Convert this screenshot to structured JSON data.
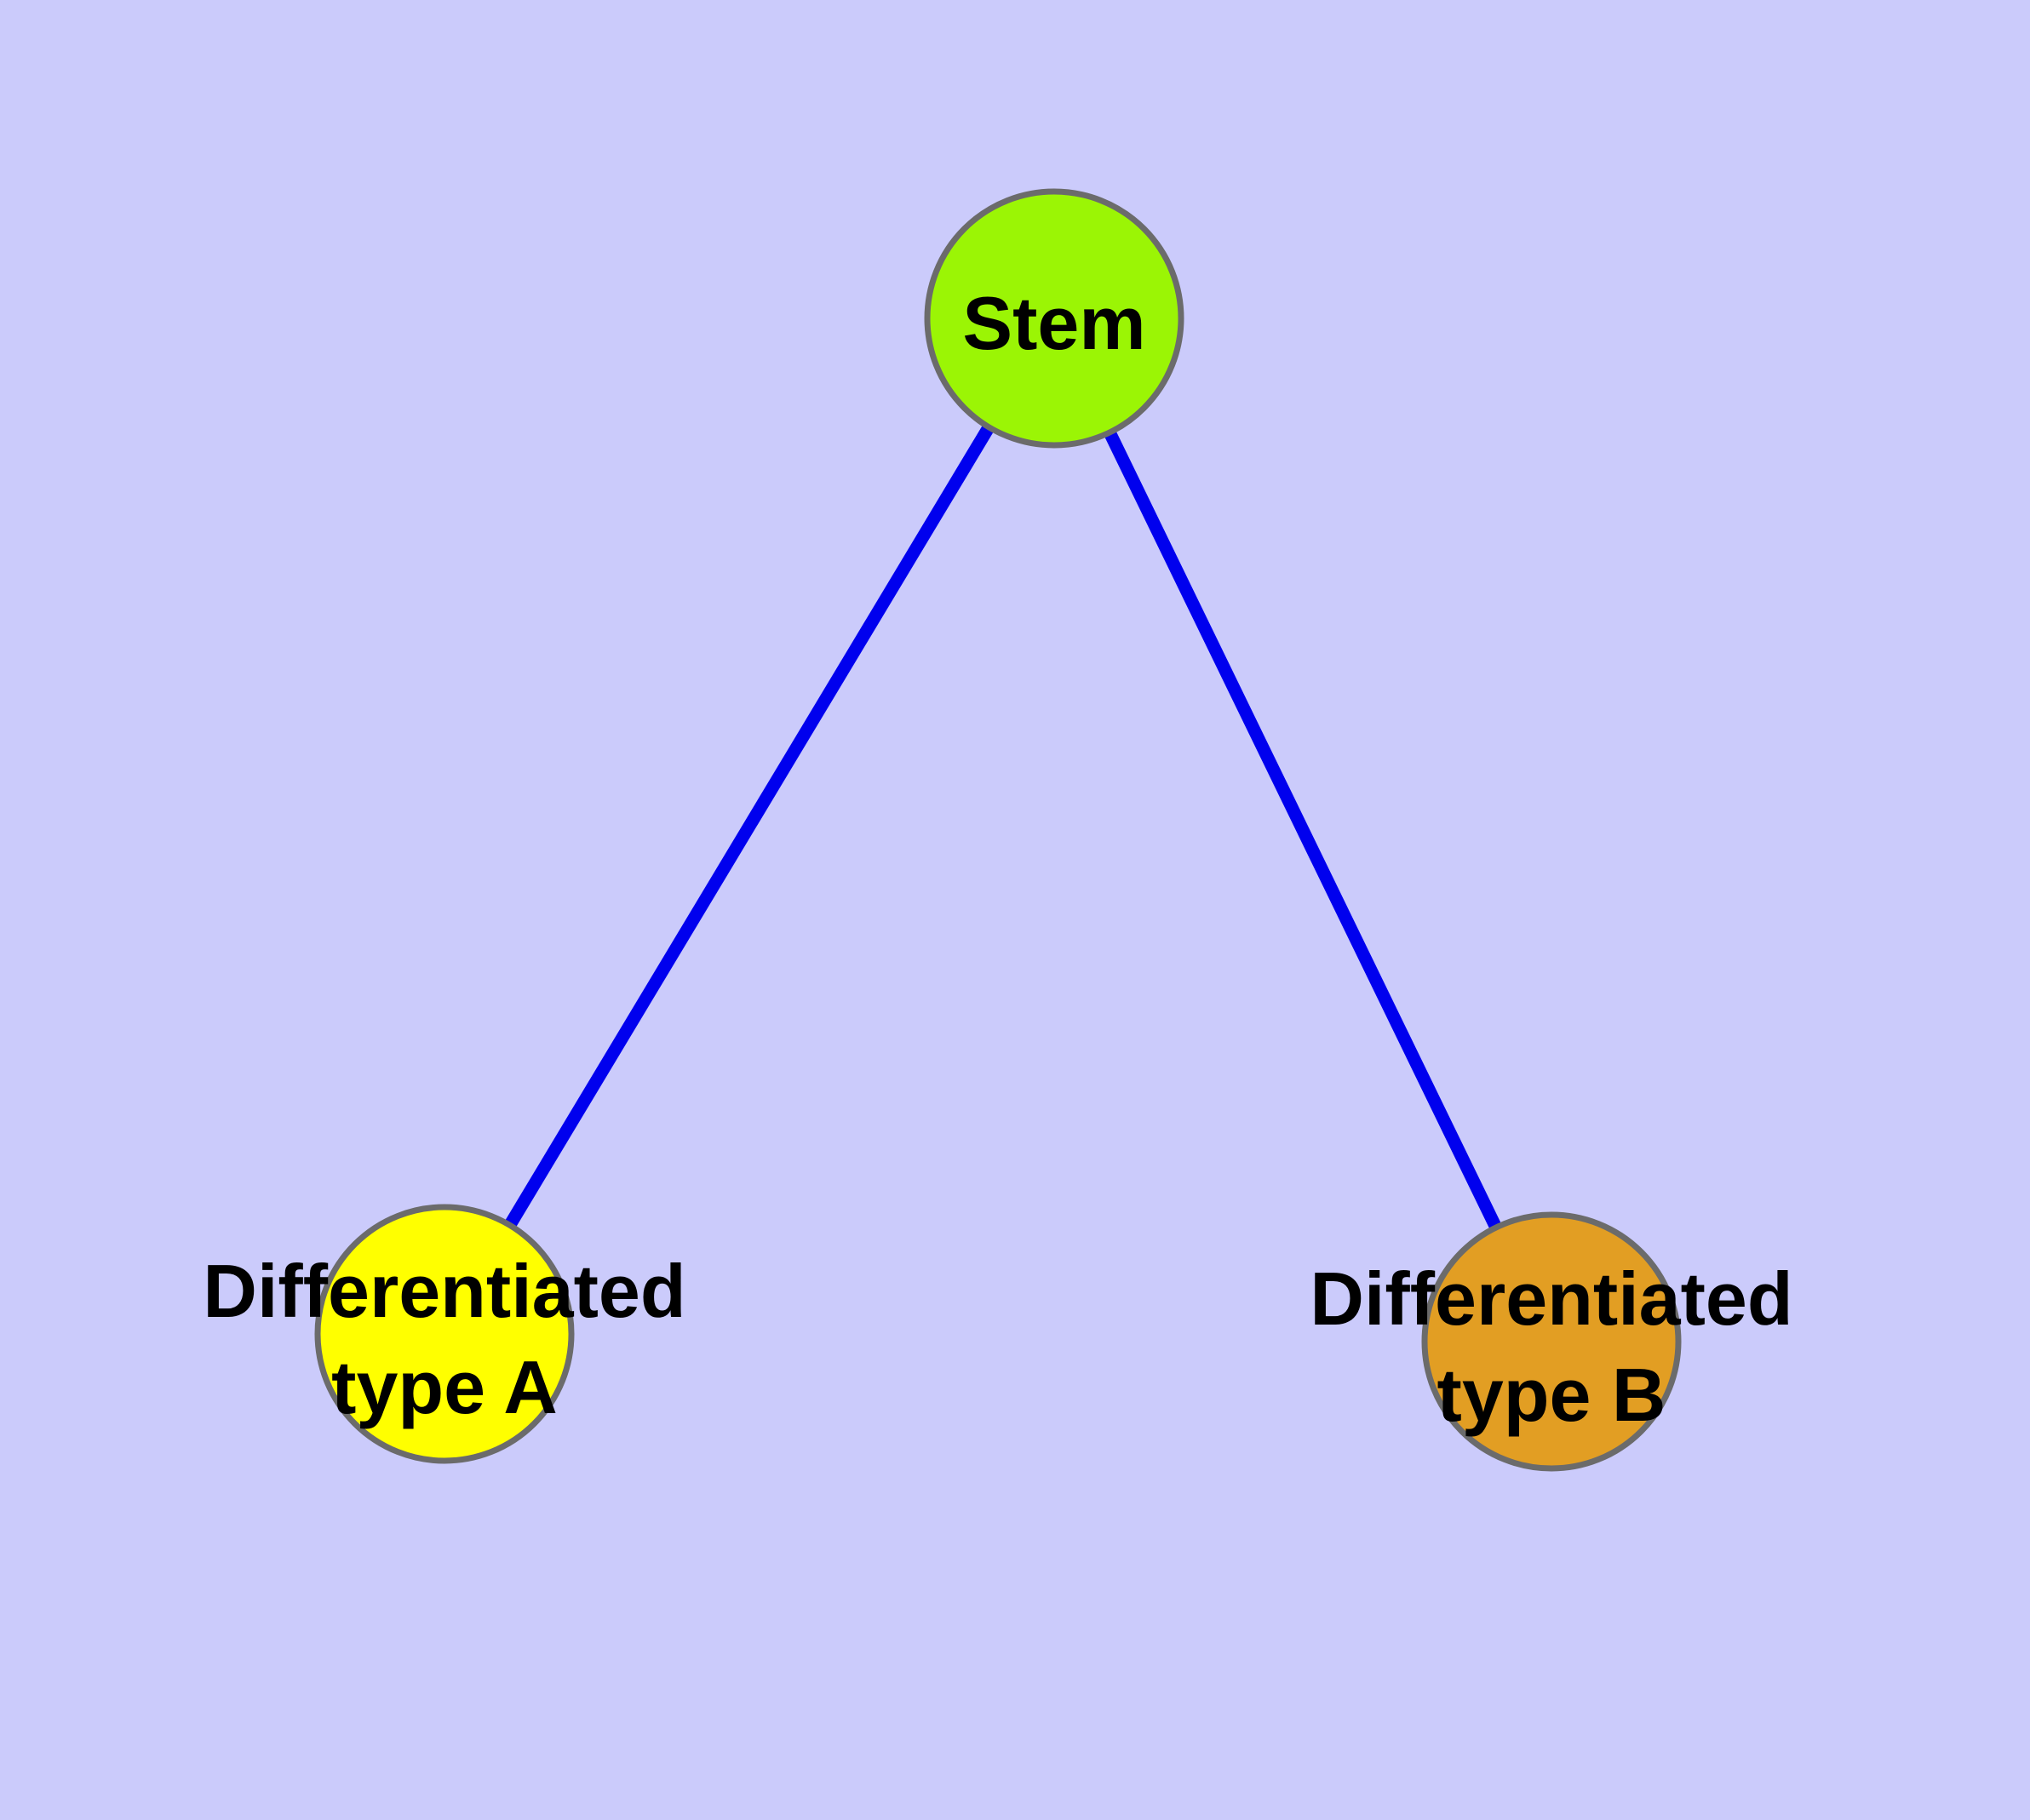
{
  "diagram": {
    "colors": {
      "background": "#CBCBFB",
      "edge": "#0000EE",
      "node_border": "#6B6B6B",
      "label_text": "#000000"
    },
    "nodes": {
      "stem": {
        "label": "Stem",
        "fill": "#9BF505"
      },
      "type_a": {
        "label_line1": "Differentiated",
        "label_line2": "type A",
        "fill": "#FFFF00"
      },
      "type_b": {
        "label_line1": "Differentiated",
        "label_line2": "type B",
        "fill": "#E29E23"
      }
    },
    "edges": [
      {
        "from": "Stem",
        "to": "Differentiated type A"
      },
      {
        "from": "Stem",
        "to": "Differentiated type B"
      }
    ]
  }
}
